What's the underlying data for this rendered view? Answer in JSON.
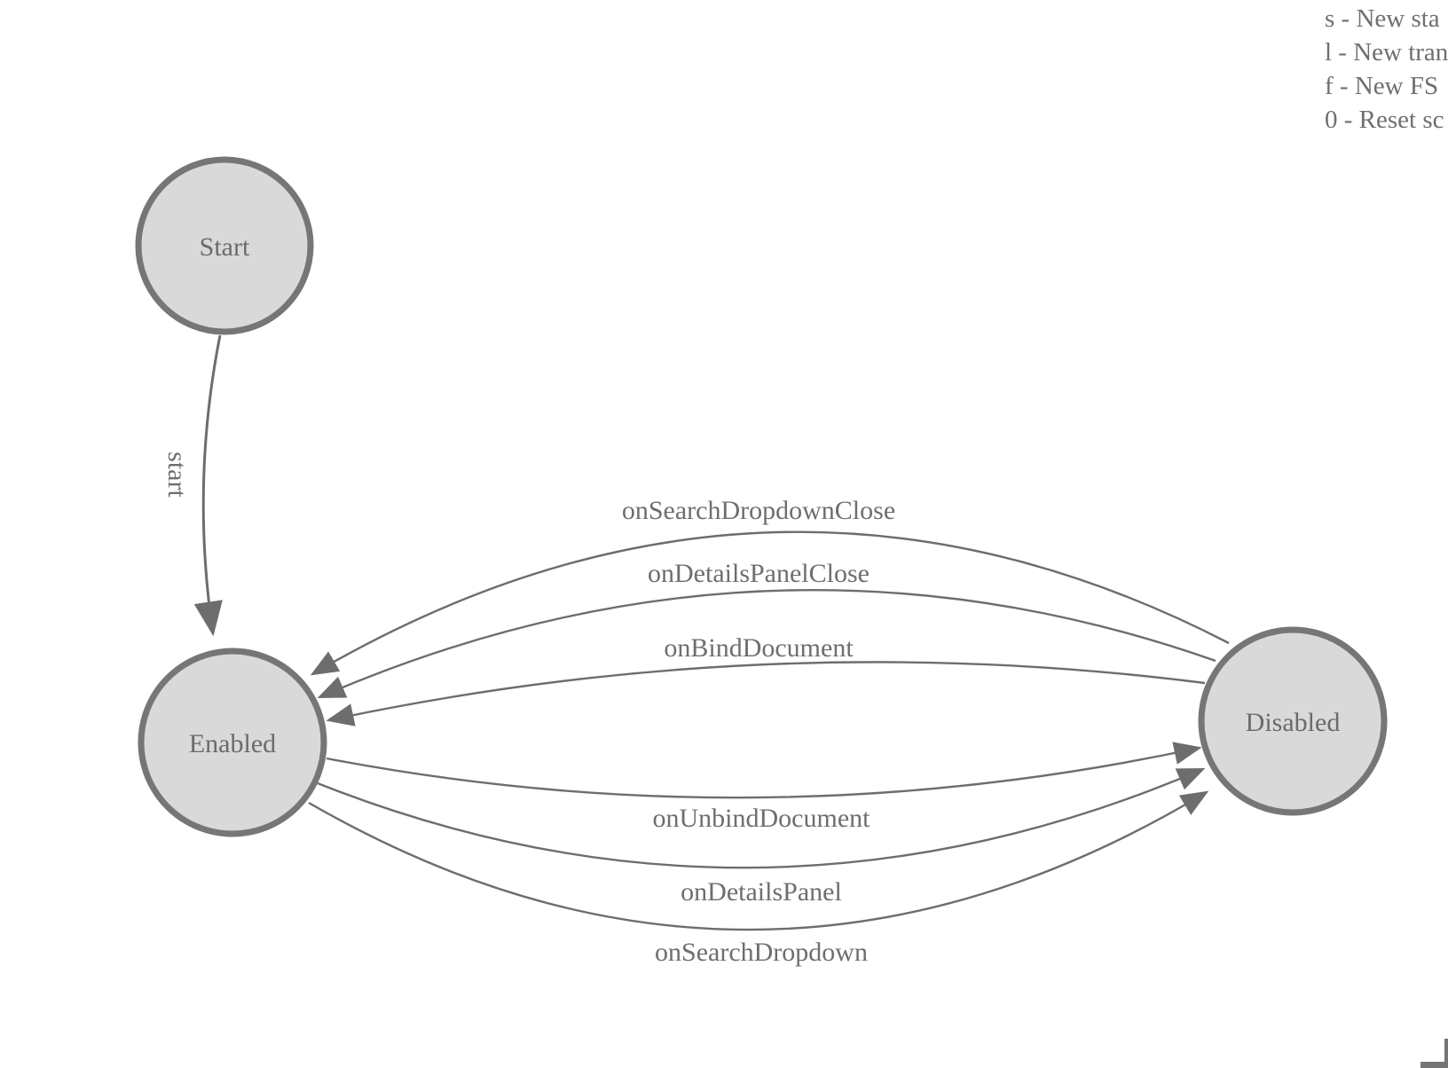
{
  "diagram": {
    "states": [
      {
        "id": "start",
        "label": "Start"
      },
      {
        "id": "enabled",
        "label": "Enabled"
      },
      {
        "id": "disabled",
        "label": "Disabled"
      }
    ],
    "transitions": [
      {
        "id": "start-to-enabled",
        "label": "start",
        "from": "Start",
        "to": "Enabled"
      },
      {
        "id": "on-search-dropdown-close",
        "label": "onSearchDropdownClose",
        "from": "Disabled",
        "to": "Enabled"
      },
      {
        "id": "on-details-panel-close",
        "label": "onDetailsPanelClose",
        "from": "Disabled",
        "to": "Enabled"
      },
      {
        "id": "on-bind-document",
        "label": "onBindDocument",
        "from": "Disabled",
        "to": "Enabled"
      },
      {
        "id": "on-unbind-document",
        "label": "onUnbindDocument",
        "from": "Enabled",
        "to": "Disabled"
      },
      {
        "id": "on-details-panel",
        "label": "onDetailsPanel",
        "from": "Enabled",
        "to": "Disabled"
      },
      {
        "id": "on-search-dropdown",
        "label": "onSearchDropdown",
        "from": "Enabled",
        "to": "Disabled"
      }
    ],
    "colors": {
      "node_fill": "#d9d9d9",
      "node_stroke": "#767676",
      "edge_stroke": "#6d6d6d",
      "label_text": "#6b6b6b"
    }
  },
  "legend": {
    "lines": [
      "s - New sta",
      "l - New tran",
      "f - New FS",
      "0 - Reset sc"
    ]
  }
}
